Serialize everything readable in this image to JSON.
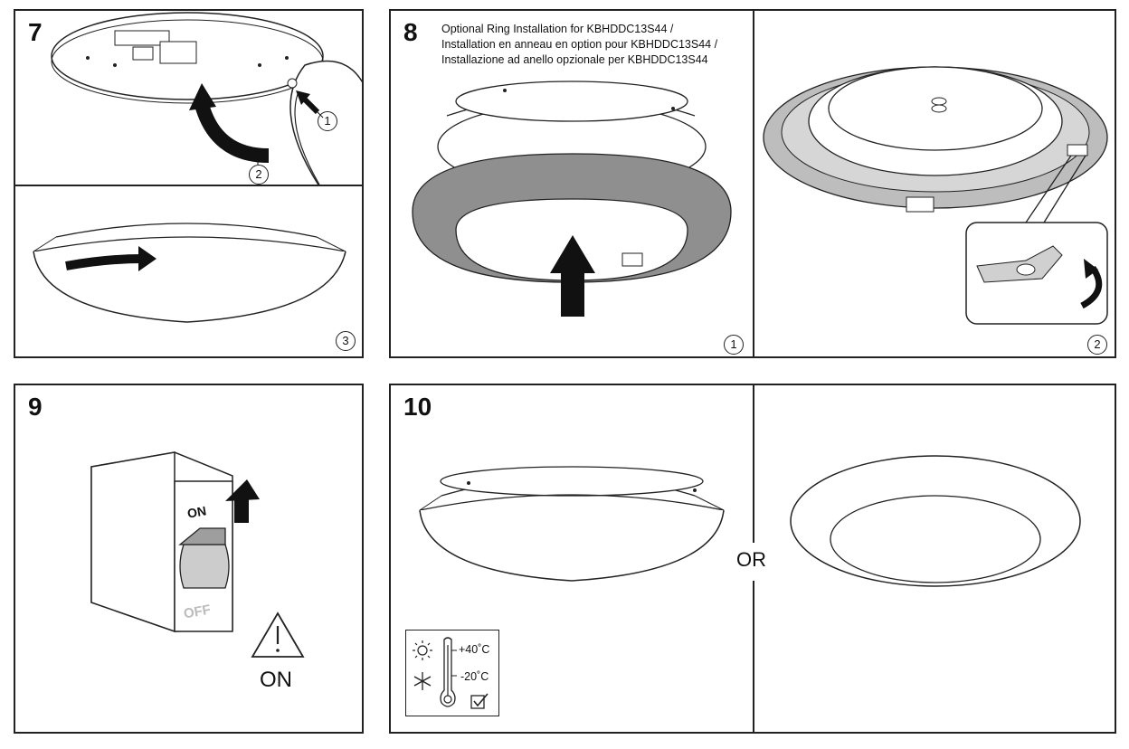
{
  "steps": {
    "s7": {
      "number": "7",
      "label_1": "1",
      "label_2": "2",
      "label_3": "3"
    },
    "s8": {
      "number": "8",
      "title_en": "Optional Ring Installation for KBHDDC13S44 /",
      "title_fr": "Installation en anneau en option pour KBHDDC13S44 /",
      "title_it": "Installazione ad anello opzionale per KBHDDC13S44",
      "label_1": "1",
      "label_2": "2"
    },
    "s9": {
      "number": "9",
      "switch_on": "ON",
      "switch_off": "OFF",
      "warning_label": "ON"
    },
    "s10": {
      "number": "10",
      "or_label": "OR",
      "temp_high": "+40˚C",
      "temp_low": "-20˚C"
    }
  },
  "icons": [
    "arrow-icon",
    "warning-triangle-icon",
    "sun-icon",
    "snowflake-icon",
    "thermometer-icon",
    "checkbox-icon"
  ],
  "colors": {
    "line": "#222222",
    "ring_fill": "#8f8f8f",
    "switch_fill": "#cccccc"
  }
}
